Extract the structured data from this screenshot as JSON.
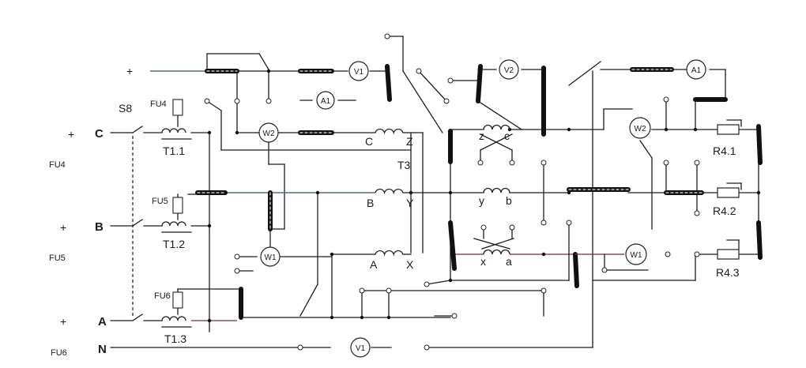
{
  "diagram": {
    "phases": {
      "c": {
        "sign": "+",
        "letter": "C"
      },
      "b": {
        "sign": "+",
        "letter": "B"
      },
      "a": {
        "sign": "+",
        "letter": "A"
      },
      "n": {
        "letter": "N"
      },
      "top_sign": "+"
    },
    "switch_label": "S8",
    "fuses": {
      "fu4": "FU4",
      "fu5": "FU5",
      "fu6": "FU6",
      "fu4_side": "FU4",
      "fu5_side": "FU5",
      "fu6_side": "FU6"
    },
    "transformers": {
      "t11": "T1.1",
      "t12": "T1.2",
      "t13": "T1.3",
      "t3": "T3"
    },
    "meters": {
      "v1_top": "V1",
      "a1_left": "A1",
      "w2_left": "W2",
      "w1_left": "W1",
      "v1_bottom": "V1",
      "v2": "V2",
      "a1_right": "A1",
      "w2_right": "W2",
      "w1_right": "W1"
    },
    "windings": {
      "C": "C",
      "Z": "Z",
      "B": "B",
      "Y": "Y",
      "A": "A",
      "X": "X",
      "z": "z",
      "c": "c",
      "y": "y",
      "b": "b",
      "x": "x",
      "a": "a"
    },
    "resistors": {
      "r41": "R4.1",
      "r42": "R4.2",
      "r43": "R4.3"
    }
  }
}
